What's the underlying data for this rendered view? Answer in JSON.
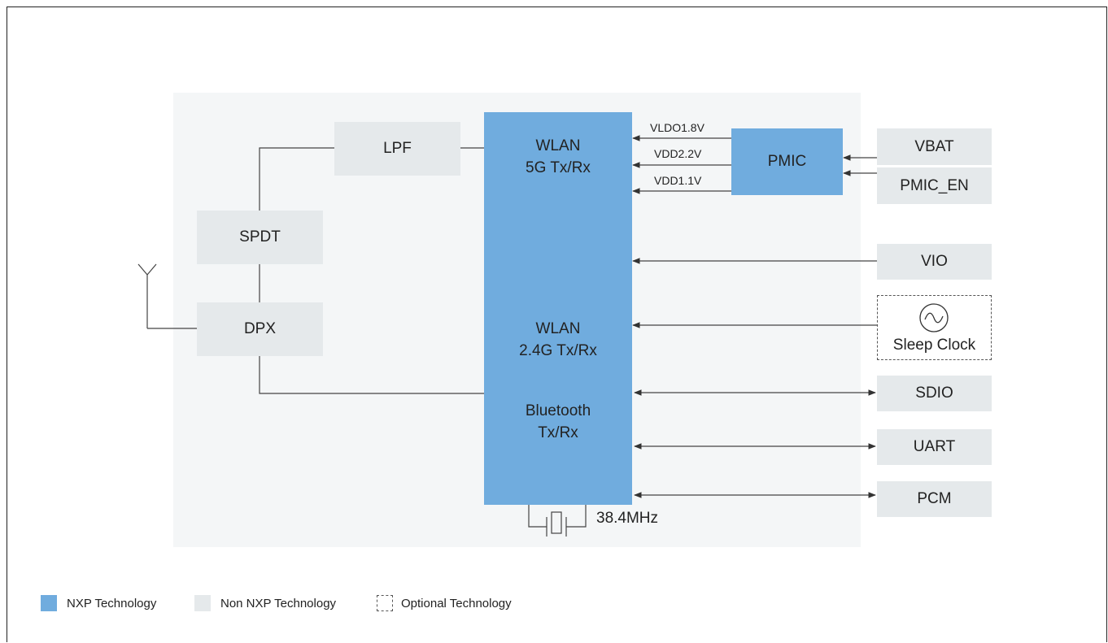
{
  "diagram": {
    "blocks": {
      "lpf": "LPF",
      "spdt": "SPDT",
      "dpx": "DPX",
      "pmic": "PMIC",
      "vbat": "VBAT",
      "pmic_en": "PMIC_EN",
      "vio": "VIO",
      "sleep_clock": "Sleep Clock",
      "sdio": "SDIO",
      "uart": "UART",
      "pcm": "PCM"
    },
    "chip": {
      "wlan_5g": "WLAN\n5G Tx/Rx",
      "wlan_24g": "WLAN\n2.4G Tx/Rx",
      "bluetooth": "Bluetooth\nTx/Rx"
    },
    "power_rails": [
      "VLDO1.8V",
      "VDD2.2V",
      "VDD1.1V"
    ],
    "crystal": "38.4MHz"
  },
  "legend": {
    "nxp": "NXP Technology",
    "non_nxp": "Non NXP Technology",
    "optional": "Optional Technology"
  },
  "colors": {
    "nxp_blue": "#70acde",
    "non_nxp_gray": "#e5e9eb",
    "panel": "#f4f6f7"
  }
}
